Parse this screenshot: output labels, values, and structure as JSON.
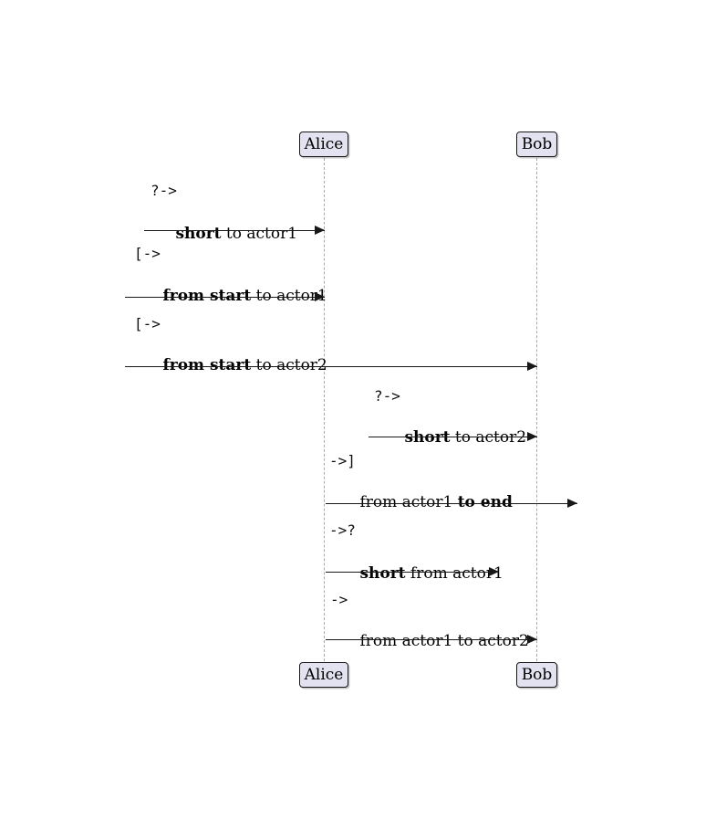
{
  "diagram": {
    "kind": "uml-sequence-diagram"
  },
  "actors": {
    "alice": "Alice",
    "bob": "Bob"
  },
  "colors": {
    "participant_fill": "#E2E2F0",
    "participant_border": "#181818",
    "lifeline": "#A8A8A8",
    "arrow": "#181818",
    "background": "#FFFFFF"
  },
  "messages": [
    {
      "syntax": "?->",
      "parts": [
        {
          "text": "short",
          "style": "bold"
        },
        {
          "text": " to actor1",
          "style": "regular"
        }
      ]
    },
    {
      "syntax": "[->",
      "parts": [
        {
          "text": "from start",
          "style": "bold"
        },
        {
          "text": " to actor1",
          "style": "regular"
        }
      ]
    },
    {
      "syntax": "[->",
      "parts": [
        {
          "text": "from start",
          "style": "bold"
        },
        {
          "text": " to actor2",
          "style": "regular"
        }
      ]
    },
    {
      "syntax": "?->",
      "parts": [
        {
          "text": "short",
          "style": "bold"
        },
        {
          "text": " to actor2",
          "style": "regular"
        }
      ]
    },
    {
      "syntax": "->]",
      "parts": [
        {
          "text": "from actor1 ",
          "style": "regular"
        },
        {
          "text": "to end",
          "style": "bold"
        }
      ]
    },
    {
      "syntax": "->?",
      "parts": [
        {
          "text": "short",
          "style": "bold"
        },
        {
          "text": " from actor1",
          "style": "regular"
        }
      ]
    },
    {
      "syntax": "->",
      "parts": [
        {
          "text": "from actor1 to actor2",
          "style": "regular"
        },
        {
          "text": "",
          "style": "regular"
        }
      ]
    }
  ]
}
